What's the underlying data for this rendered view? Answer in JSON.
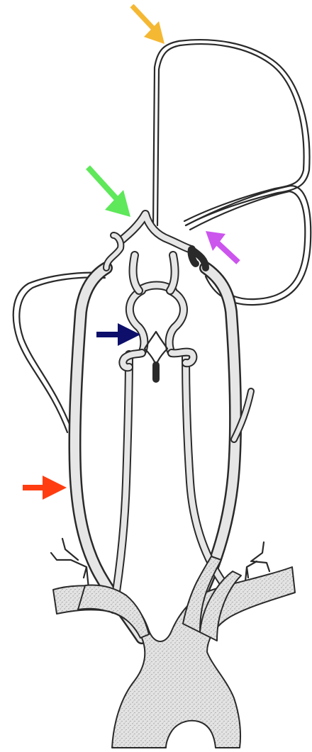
{
  "figure": {
    "type": "vascular anatomy line drawing",
    "vessel_fill": "#e6e6e6",
    "outline_color": "#2a2a2a",
    "background": "#ffffff"
  },
  "arrows": [
    {
      "name": "arrow-yellow",
      "color": "#f5b833",
      "icon": "arrow-down-right"
    },
    {
      "name": "arrow-green",
      "color": "#5ee85a",
      "icon": "arrow-down-right"
    },
    {
      "name": "arrow-magenta",
      "color": "#cc55ee",
      "icon": "arrow-up-left"
    },
    {
      "name": "arrow-navy",
      "color": "#0d0f6b",
      "icon": "arrow-right"
    },
    {
      "name": "arrow-red",
      "color": "#ff3d10",
      "icon": "arrow-right"
    }
  ]
}
